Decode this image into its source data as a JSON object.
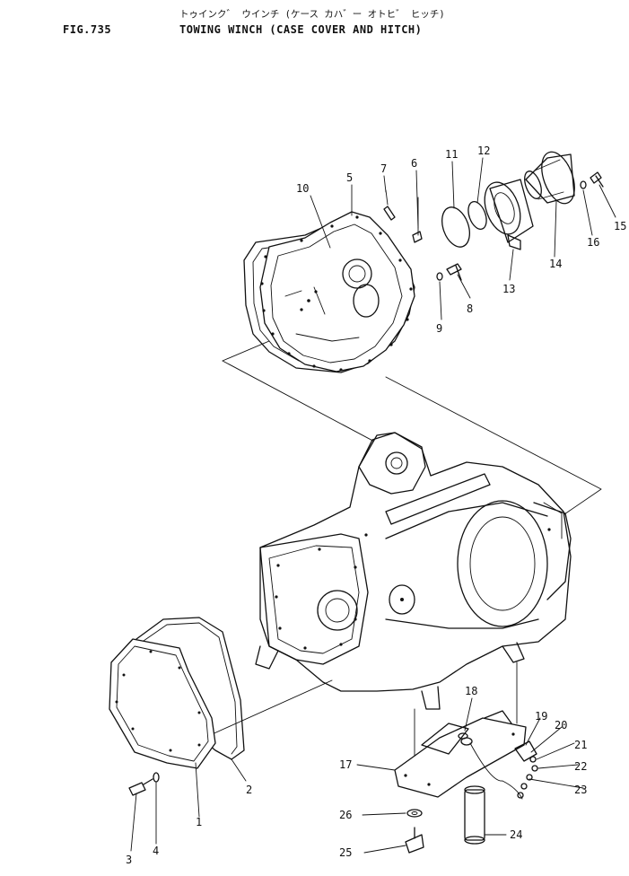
{
  "header": {
    "fig_id": "FIG.735",
    "title_jp": "トゥインク゛ ウインチ (ケース カハ゛ー オトヒ゛ ヒッチ)",
    "title_en": "TOWING WINCH (CASE COVER AND HITCH)"
  },
  "callouts": [
    "1",
    "2",
    "3",
    "4",
    "5",
    "6",
    "7",
    "8",
    "9",
    "10",
    "11",
    "12",
    "13",
    "14",
    "15",
    "16",
    "17",
    "18",
    "19",
    "20",
    "21",
    "22",
    "23",
    "24",
    "25",
    "26"
  ]
}
